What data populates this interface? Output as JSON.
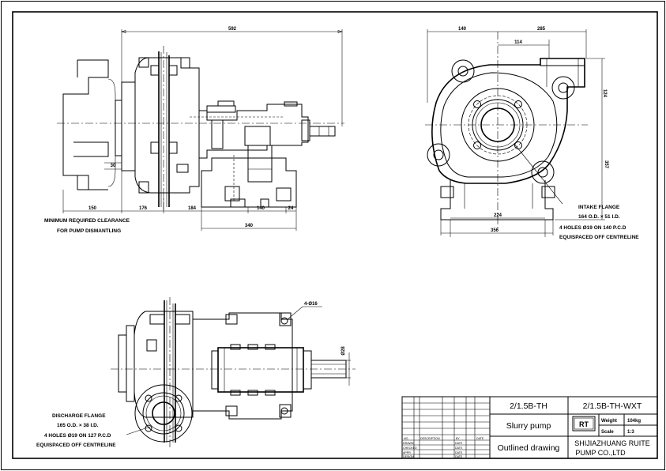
{
  "side_view": {
    "dims": {
      "overall": "592",
      "clearance": "150",
      "d30": "30",
      "d176": "176",
      "d184": "184",
      "d140": "140",
      "d24": "24",
      "d340": "340"
    },
    "clearance_note": [
      "MINIMUM REQUIRED CLEARANCE",
      "FOR PUMP DISMANTLING"
    ]
  },
  "end_view": {
    "dims": {
      "top_left": "140",
      "top_right": "285",
      "top_inner": "114",
      "right_upper": "124",
      "right_height": "357",
      "base_inner": "224",
      "base_overall": "356"
    },
    "intake_note": [
      "INTAKE FLANGE",
      "164 O.D. × 51 I.D.",
      "4 HOLES Ø19 ON 140 P.C.D",
      "EQUISPACED OFF CENTRELINE"
    ]
  },
  "plan_view": {
    "hole_label": "4-Ø16",
    "shaft_label": "Ø28",
    "discharge_note": [
      "DISCHARGE FLANGE",
      "165 O.D. × 38 I.D.",
      "4 HOLES Ø19 ON 127 P.C.D",
      "EQUISPACED OFF CENTRELINE"
    ]
  },
  "title_block": {
    "model": "2/1.5B-TH",
    "code": "2/1.5B-TH-WXT",
    "name": "Slurry pump",
    "drawing_type": "Outlined drawing",
    "logo": "RT",
    "weight_label": "Weight",
    "weight_value": "104kg",
    "scale_label": "Scale",
    "scale_value": "1:3",
    "company_line1": "SHIJIAZHUANG RUITE",
    "company_line2": "PUMP CO.,LTD",
    "rev_headers": [
      "NO.",
      "DESCRIPTION",
      "BY",
      "DATE"
    ],
    "left_rows": [
      "DRAWN",
      "CHECKED",
      "APPR.",
      "DESIGN"
    ],
    "right_rows": [
      "DATE",
      "DATE",
      "DATE",
      "DATE"
    ]
  }
}
